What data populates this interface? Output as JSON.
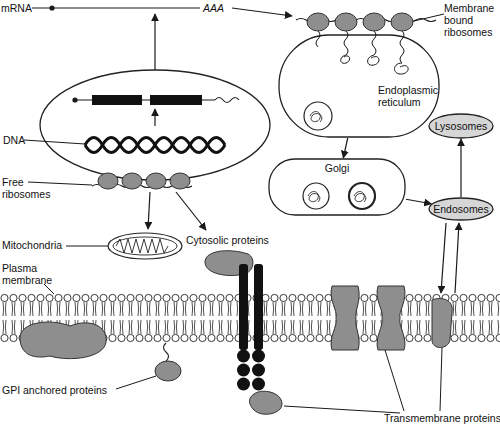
{
  "diagram": {
    "nodes": [
      {
        "text": [
          "Endoplasmic reticulum"
        ]
      },
      {
        "text": [
          "Golgi"
        ]
      },
      {
        "text": [
          "Endosomes"
        ]
      },
      {
        "text": [
          "Lysosomes"
        ]
      }
    ],
    "edges": [
      {
        "from": 0,
        "to": 1,
        "arrow": "to"
      },
      {
        "from": 1,
        "to": 2,
        "arrow": "to"
      },
      {
        "from": 2,
        "to": 3,
        "arrow": "to"
      }
    ],
    "labels": [
      "mRNA",
      "AAA",
      "Membrane bound ribosomes",
      "DNA",
      "Free ribosomes",
      "Mitochondria",
      "Cytosolic proteins",
      "Plasma membrane",
      "GPI anchored proteins",
      "Transmembrane proteins"
    ]
  }
}
